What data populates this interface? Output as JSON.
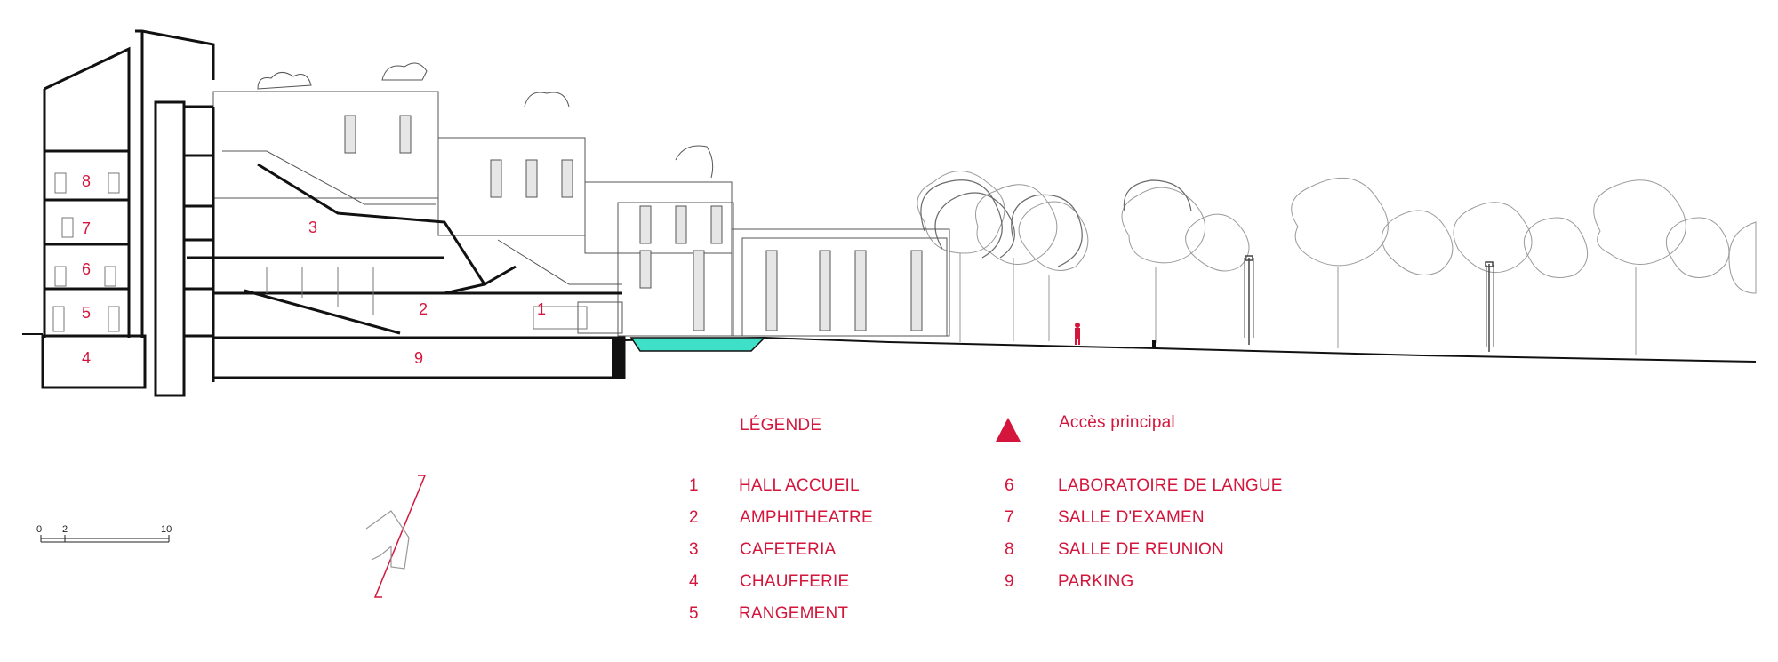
{
  "legend": {
    "title": "LÉGENDE",
    "access_label": "Accès principal",
    "items_left": [
      {
        "num": "1",
        "label": "HALL ACCUEIL"
      },
      {
        "num": "2",
        "label": "AMPHITHEATRE"
      },
      {
        "num": "3",
        "label": "CAFETERIA"
      },
      {
        "num": "4",
        "label": "CHAUFFERIE"
      },
      {
        "num": "5",
        "label": "RANGEMENT"
      }
    ],
    "items_right": [
      {
        "num": "6",
        "label": "LABORATOIRE DE LANGUE"
      },
      {
        "num": "7",
        "label": "SALLE D'EXAMEN"
      },
      {
        "num": "8",
        "label": "SALLE DE REUNION"
      },
      {
        "num": "9",
        "label": "PARKING"
      }
    ]
  },
  "room_labels": {
    "r1": "1",
    "r2": "2",
    "r3": "3",
    "r4": "4",
    "r5": "5",
    "r6": "6",
    "r7": "7",
    "r8": "8",
    "r9": "9"
  },
  "scale_bar": {
    "t0": "0",
    "t2": "2",
    "t10": "10"
  },
  "colors": {
    "accent": "#d4163c",
    "pool": "#3fe0c8",
    "line": "#1a1a1a",
    "light": "#9a9a9a"
  }
}
